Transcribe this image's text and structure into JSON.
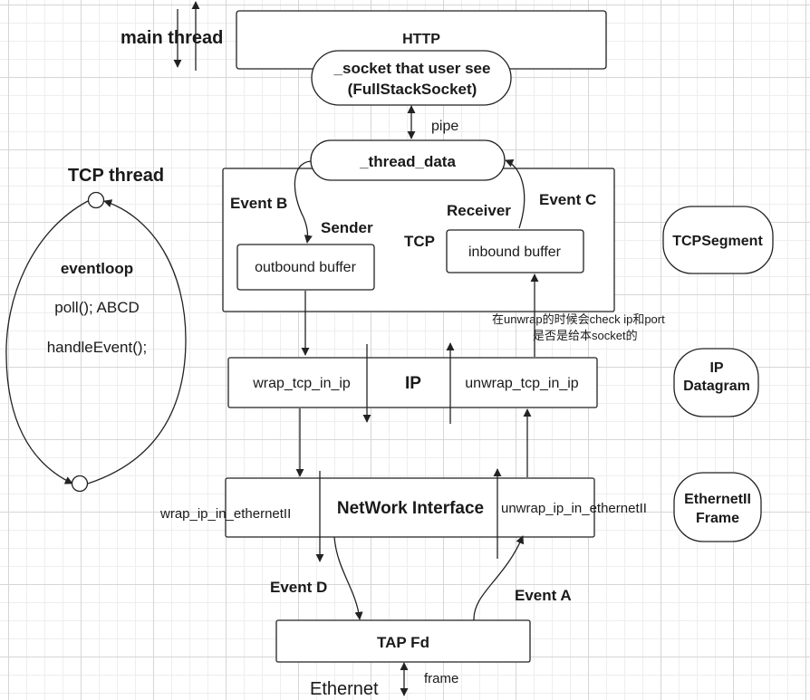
{
  "thread_labels": {
    "main_thread": "main thread",
    "tcp_thread": "TCP thread"
  },
  "eventloop": {
    "title": "eventloop",
    "line1": "poll(); ABCD",
    "line2": "handleEvent();"
  },
  "layers": {
    "http": "HTTP",
    "socket_line1": "_socket that user see",
    "socket_line2": "(FullStackSocket)",
    "pipe": "pipe",
    "thread_data": "_thread_data",
    "tcp": "TCP",
    "sender": "Sender",
    "receiver": "Receiver",
    "outbound_buffer": "outbound buffer",
    "inbound_buffer": "inbound buffer",
    "ip": "IP",
    "wrap_tcp_in_ip": "wrap_tcp_in_ip",
    "unwrap_tcp_in_ip": "unwrap_tcp_in_ip",
    "netif": "NetWork Interface",
    "wrap_ip_in_ethernet": "wrap_ip_in_ethernetII",
    "unwrap_ip_in_ethernet": "unwrap_ip_in_ethernetII",
    "tap_fd": "TAP Fd",
    "frame": "frame",
    "ethernet": "Ethernet"
  },
  "events": {
    "a": "Event A",
    "b": "Event B",
    "c": "Event C",
    "d": "Event D"
  },
  "annotation": {
    "line1": "在unwrap的时候会check ip和port",
    "line2": "是否是给本socket的"
  },
  "units": {
    "tcp_segment": "TCPSegment",
    "ip_datagram_line1": "IP",
    "ip_datagram_line2": "Datagram",
    "ethernet_frame_line1": "EthernetII",
    "ethernet_frame_line2": "Frame"
  }
}
